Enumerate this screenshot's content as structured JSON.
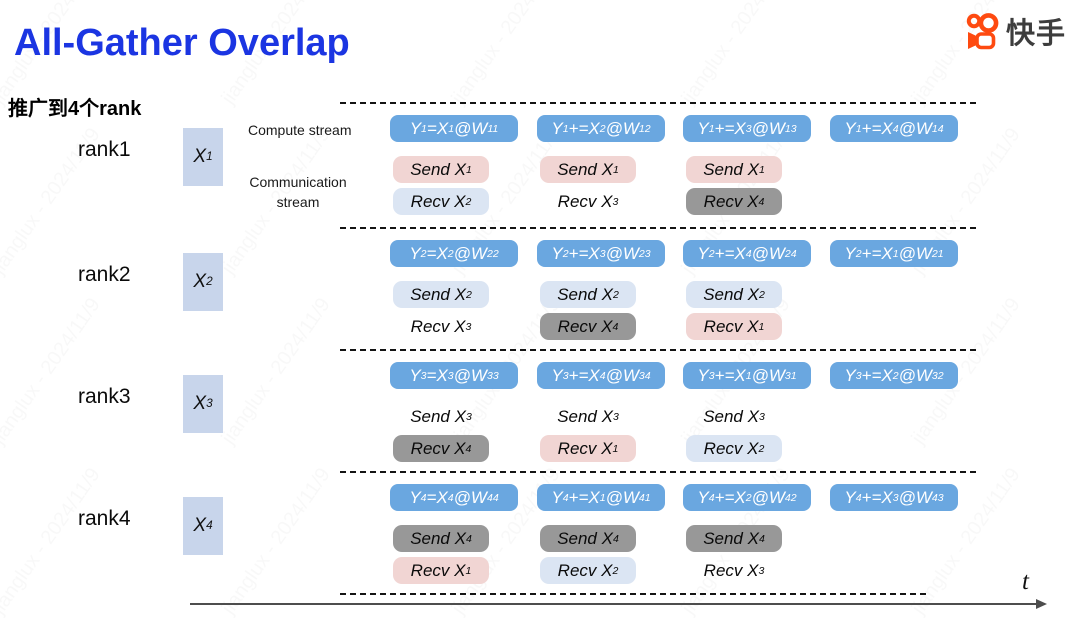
{
  "page": {
    "title": "All-Gather Overlap",
    "subtitle": "推广到4个rank"
  },
  "logo": {
    "text": "快手",
    "brand_color": "#fe4a10"
  },
  "stream_labels": {
    "compute": "Compute stream",
    "communication_line1": "Communication",
    "communication_line2": "stream"
  },
  "time_axis": {
    "label": "t"
  },
  "watermark": {
    "text": "jianglux - 2024/11/9"
  },
  "colors": {
    "title": "#1b35e2",
    "compute_box": "#6aa7e0",
    "compute_text": "#ffffff",
    "x1": "#f1d5d3",
    "x2": "#dbe5f3",
    "x3": "transparent",
    "x4": "#989898",
    "input_box": "#c8d5eb"
  },
  "ranks": [
    {
      "name": "rank1",
      "input": "X_1_",
      "compute": [
        "Y^1^=X_1_@W_11_",
        "Y^1^+=X_2_@W_12_",
        "Y^1^+=X_3_@W_13_",
        "Y^1^+=X_4_@W_14_"
      ],
      "comm": [
        {
          "send": "Send X_1_",
          "send_color": "x1",
          "recv": "Recv X_2_",
          "recv_color": "x2"
        },
        {
          "send": "Send X_1_",
          "send_color": "x1",
          "recv": "Recv X_3_",
          "recv_color": "x3"
        },
        {
          "send": "Send X_1_",
          "send_color": "x1",
          "recv": "Recv X_4_",
          "recv_color": "x4"
        }
      ]
    },
    {
      "name": "rank2",
      "input": "X_2_",
      "compute": [
        "Y^2^=X_2_@W_22_",
        "Y^2^+=X_3_@W_23_",
        "Y^2^+=X_4_@W_24_",
        "Y^2^+=X_1_@W_21_"
      ],
      "comm": [
        {
          "send": "Send X_2_",
          "send_color": "x2",
          "recv": "Recv X_3_",
          "recv_color": "x3"
        },
        {
          "send": "Send X_2_",
          "send_color": "x2",
          "recv": "Recv X_4_",
          "recv_color": "x4"
        },
        {
          "send": "Send X_2_",
          "send_color": "x2",
          "recv": "Recv X_1_",
          "recv_color": "x1"
        }
      ]
    },
    {
      "name": "rank3",
      "input": "X_3_",
      "compute": [
        "Y^3^=X_3_@W_33_",
        "Y^3^+=X_4_@W_34_",
        "Y^3^+=X_1_@W_31_",
        "Y^3^+=X_2_@W_32_"
      ],
      "comm": [
        {
          "send": "Send X_3_",
          "send_color": "x3",
          "recv": "Recv X_4_",
          "recv_color": "x4"
        },
        {
          "send": "Send X_3_",
          "send_color": "x3",
          "recv": "Recv X_1_",
          "recv_color": "x1"
        },
        {
          "send": "Send X_3_",
          "send_color": "x3",
          "recv": "Recv X_2_",
          "recv_color": "x2"
        }
      ]
    },
    {
      "name": "rank4",
      "input": "X_4_",
      "compute": [
        "Y^4^=X_4_@W_44_",
        "Y^4^+=X_1_@W_41_",
        "Y^4^+=X_2_@W_42_",
        "Y^4^+=X_3_@W_43_"
      ],
      "comm": [
        {
          "send": "Send X_4_",
          "send_color": "x4",
          "recv": "Recv X_1_",
          "recv_color": "x1"
        },
        {
          "send": "Send X_4_",
          "send_color": "x4",
          "recv": "Recv X_2_",
          "recv_color": "x2"
        },
        {
          "send": "Send X_4_",
          "send_color": "x4",
          "recv": "Recv X_3_",
          "recv_color": "x3"
        }
      ]
    }
  ]
}
